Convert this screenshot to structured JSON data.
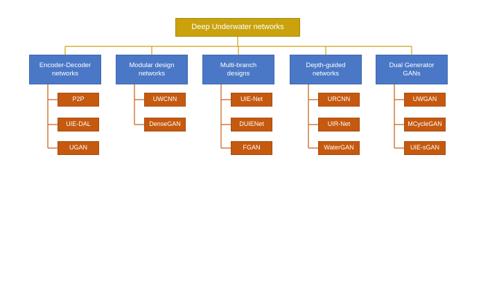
{
  "root": {
    "label": "Deep Underwater networks"
  },
  "categories": [
    {
      "label": "Encoder-Decoder\nnetworks",
      "children": [
        "P2P",
        "UIE-DAL",
        "UGAN"
      ]
    },
    {
      "label": "Modular design\nnetworks",
      "children": [
        "UWCNN",
        "DenseGAN"
      ]
    },
    {
      "label": "Multi-branch\ndesigns",
      "children": [
        "UIE-Net",
        "DUIENet",
        "FGAN"
      ]
    },
    {
      "label": "Depth-guided\nnetworks",
      "children": [
        "URCNN",
        "UIR-Net",
        "WaterGAN"
      ]
    },
    {
      "label": "Dual Generator\nGANs",
      "children": [
        "UWGAN",
        "MCycleGAN",
        "UIE-sGAN"
      ]
    }
  ],
  "colors": {
    "root": "#C9A20E",
    "category": "#4A78C6",
    "leaf": "#C5590F"
  }
}
